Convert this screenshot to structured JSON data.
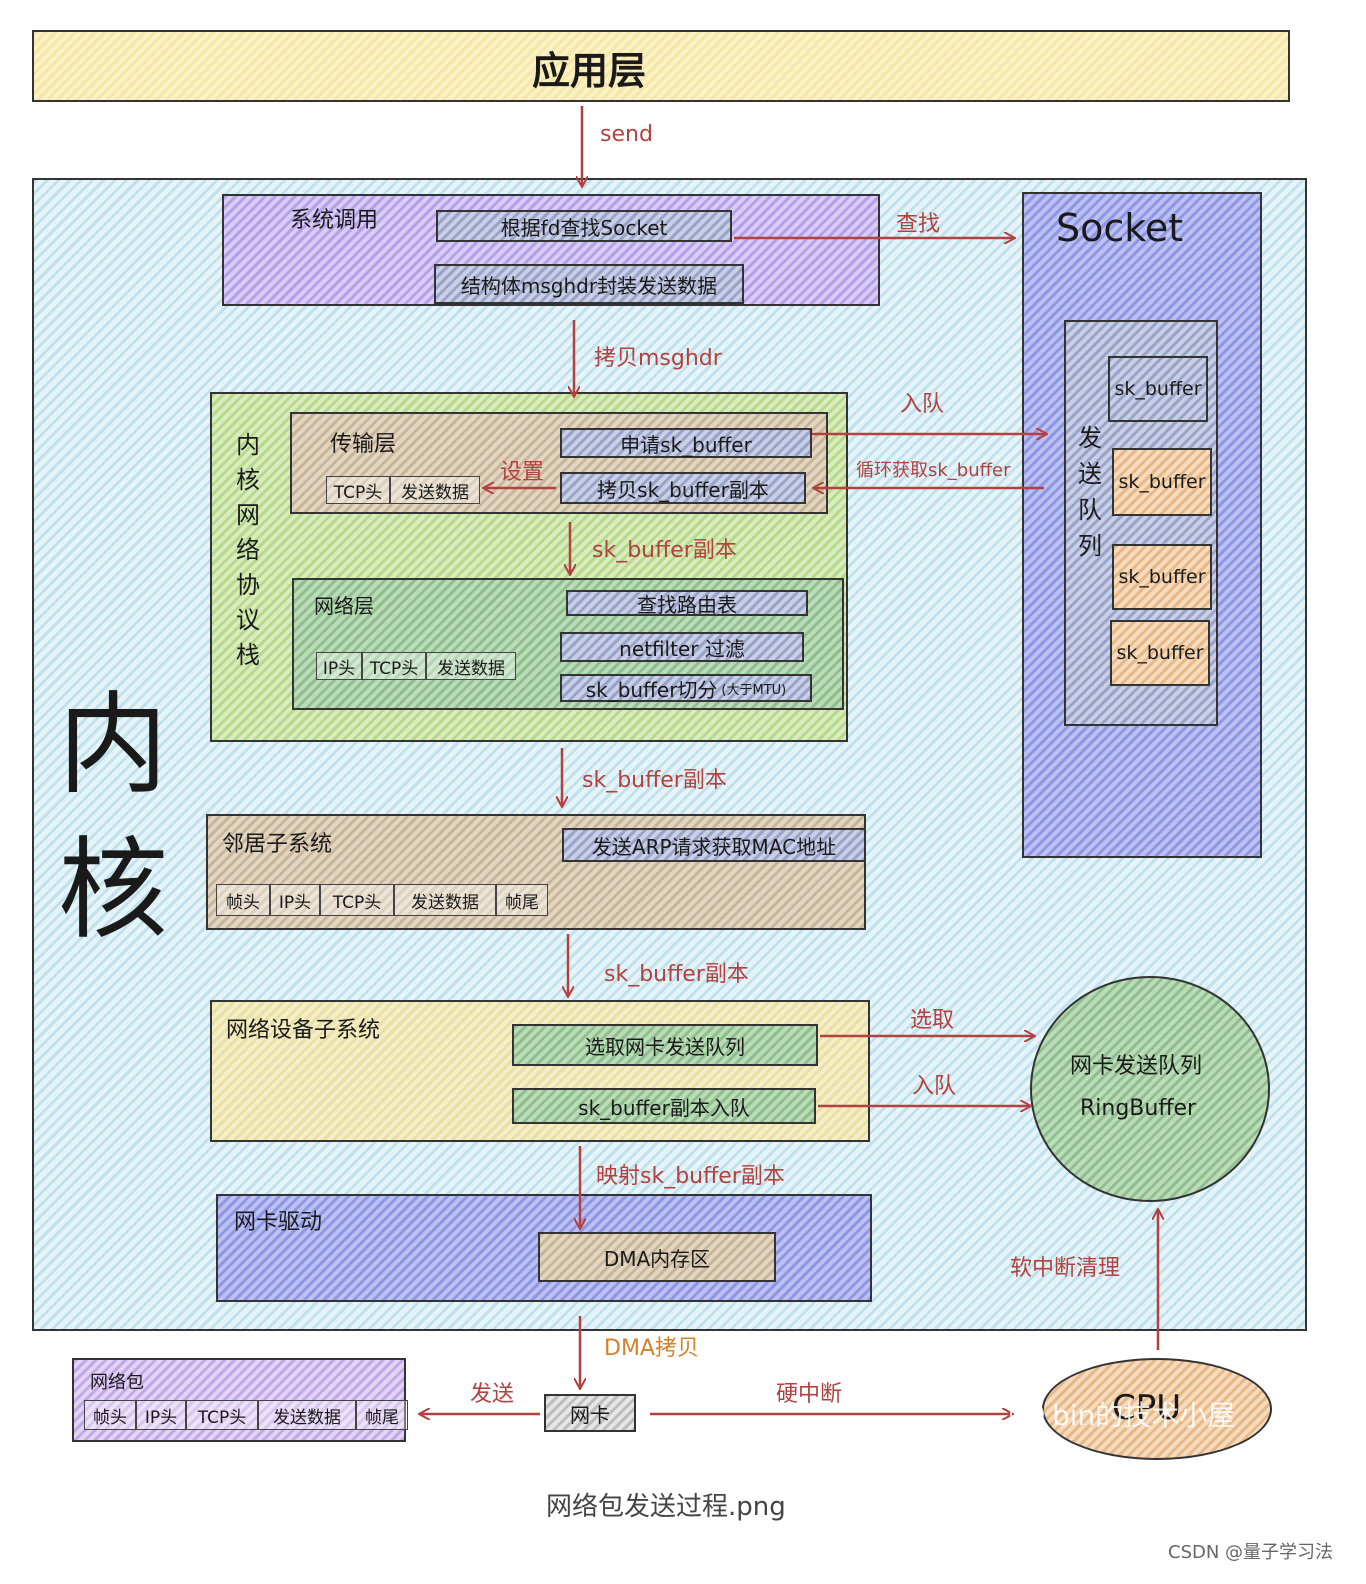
{
  "app_layer": "应用层",
  "kernel": {
    "char1": "内",
    "char2": "核"
  },
  "syscall": {
    "title": "系统调用",
    "items": [
      "根据fd查找Socket",
      "结构体msghdr封装发送数据"
    ]
  },
  "socket": {
    "title": "Socket",
    "send_queue_label": [
      "发",
      "送",
      "队",
      "列"
    ],
    "buffers": [
      "sk_buffer",
      "sk_buffer",
      "sk_buffer",
      "sk_buffer"
    ]
  },
  "stack": {
    "title_chars": [
      "内",
      "核",
      "网",
      "络",
      "协",
      "议",
      "栈"
    ],
    "transport": {
      "title": "传输层",
      "items": [
        "申请sk_buffer",
        "拷贝sk_buffer副本"
      ],
      "chips": [
        "TCP头",
        "发送数据"
      ]
    },
    "network": {
      "title": "网络层",
      "items": [
        "查找路由表",
        "netfilter 过滤"
      ],
      "split": {
        "main": "sk_buffer切分",
        "note": "(大于MTU)"
      },
      "chips": [
        "IP头",
        "TCP头",
        "发送数据"
      ]
    }
  },
  "neighbor": {
    "title": "邻居子系统",
    "item": "发送ARP请求获取MAC地址",
    "chips": [
      "帧头",
      "IP头",
      "TCP头",
      "发送数据",
      "帧尾"
    ]
  },
  "netdev": {
    "title": "网络设备子系统",
    "items": [
      "选取网卡发送队列",
      "sk_buffer副本入队"
    ]
  },
  "driver": {
    "title": "网卡驱动",
    "item": "DMA内存区"
  },
  "ringbuffer": {
    "line1": "网卡发送队列",
    "line2": "RingBuffer"
  },
  "nic": "网卡",
  "cpu": "CPU",
  "packet": {
    "title": "网络包",
    "chips": [
      "帧头",
      "IP头",
      "TCP头",
      "发送数据",
      "帧尾"
    ]
  },
  "arrows": {
    "send": "send",
    "lookup": "查找",
    "copy_msghdr": "拷贝msghdr",
    "enqueue_socket": "入队",
    "loop_get": "循环获取sk_buffer",
    "set": "设置",
    "copy1": "sk_buffer副本",
    "copy2": "sk_buffer副本",
    "copy3": "sk_buffer副本",
    "select": "选取",
    "enqueue_ring": "入队",
    "map": "映射sk_buffer副本",
    "softirq_clean": "软中断清理",
    "dma_copy": "DMA拷贝",
    "transmit": "发送",
    "hardirq": "硬中断"
  },
  "watermark": "bin的技术小屋",
  "caption": "网络包发送过程.png",
  "credit": "CSDN @量子学习法",
  "colors": {
    "arrow": "#b2413f",
    "dma_label": "#d4822a"
  }
}
